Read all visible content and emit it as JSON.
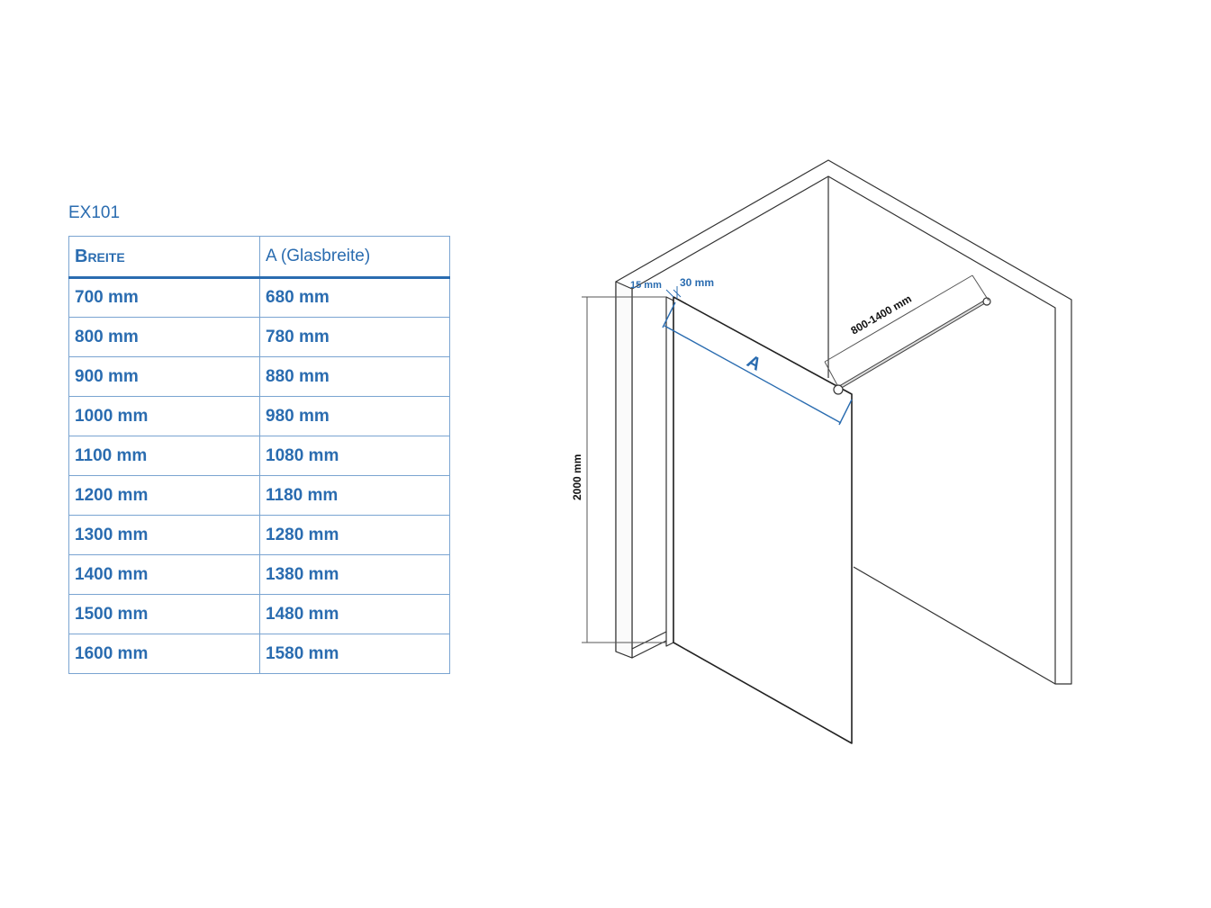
{
  "model": "EX101",
  "table": {
    "headers": [
      "Breite",
      "A (Glasbreite)"
    ],
    "rows": [
      [
        "700 mm",
        "680 mm"
      ],
      [
        "800 mm",
        "780 mm"
      ],
      [
        "900 mm",
        "880 mm"
      ],
      [
        "1000 mm",
        "980 mm"
      ],
      [
        "1100 mm",
        "1080 mm"
      ],
      [
        "1200 mm",
        "1180 mm"
      ],
      [
        "1300 mm",
        "1280 mm"
      ],
      [
        "1400 mm",
        "1380 mm"
      ],
      [
        "1500 mm",
        "1480 mm"
      ],
      [
        "1600 mm",
        "1580 mm"
      ]
    ]
  },
  "diagram": {
    "dim_15": "15 mm",
    "dim_30": "30 mm",
    "dim_rod": "800-1400 mm",
    "dim_a": "A",
    "dim_height": "2000 mm",
    "colors": {
      "label_blue": "#2a6cb0",
      "line": "#333333",
      "border": "#7aa4d1"
    }
  }
}
